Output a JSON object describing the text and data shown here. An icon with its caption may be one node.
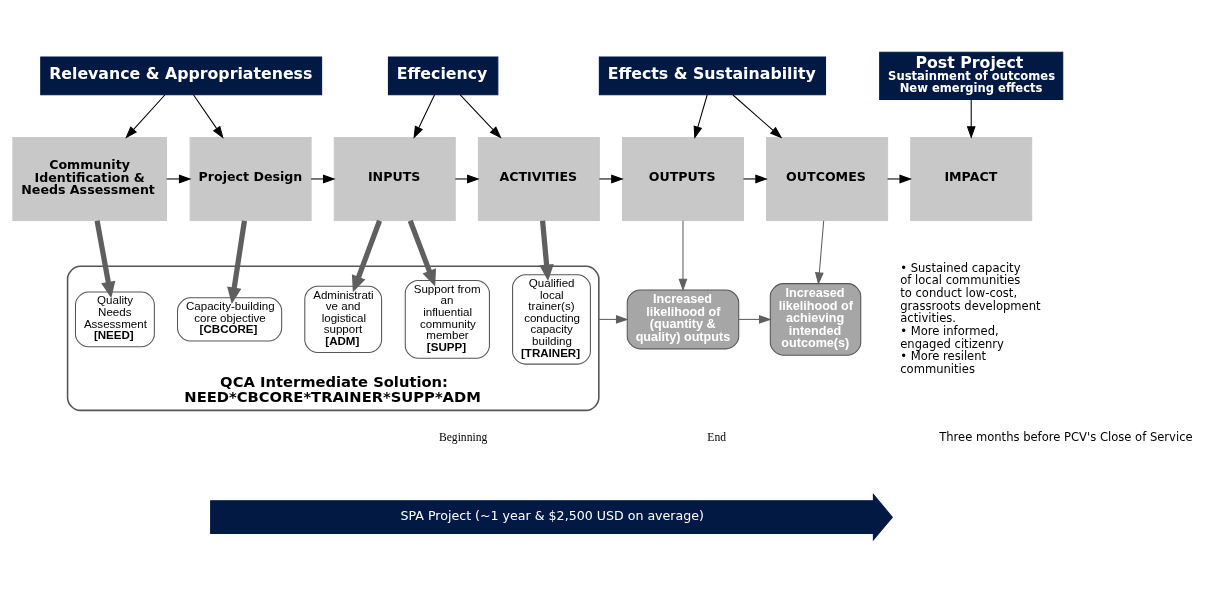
{
  "diagram": {
    "nodes": [
      {
        "text": [
          "Relevance & Appropriateness"
        ]
      },
      {
        "text": [
          "Effeciency"
        ]
      },
      {
        "text": [
          "Effects & Sustainability"
        ]
      },
      {
        "text": [
          "Post Project",
          "Sustainment of outcomes",
          "New emerging effects"
        ]
      },
      {
        "text": [
          "Community Identification & Needs Assessment"
        ]
      },
      {
        "text": [
          "Project Design"
        ]
      },
      {
        "text": [
          "INPUTS"
        ]
      },
      {
        "text": [
          "ACTIVITIES"
        ]
      },
      {
        "text": [
          "OUTPUTS"
        ]
      },
      {
        "text": [
          "OUTCOMES"
        ]
      },
      {
        "text": [
          "IMPACT"
        ],
        "beside": [
          "• Sustained capacity of local communities to conduct low-cost, grassroots development activities.",
          "• More informed, engaged citizenry",
          "• More resilent communities"
        ]
      },
      {
        "text": [
          "QCA Intermediate Solution:",
          "NEED*CBCORE*TRAINER*SUPP*ADM"
        ]
      },
      {
        "text": [
          "Quality Needs Assessment",
          "[NEED]"
        ],
        "in": 11
      },
      {
        "text": [
          "Capacity-building core objective",
          "[CBCORE]"
        ],
        "in": 11
      },
      {
        "text": [
          "Support from an influential community member",
          "[SUPP]"
        ],
        "in": 11
      },
      {
        "text": [
          "Administrative and logistical support",
          "[ADM]"
        ],
        "in": 11
      },
      {
        "text": [
          "Qualified local trainer(s) conducting capacity building",
          "[TRAINER]"
        ],
        "in": 11
      },
      {
        "text": [
          "Increased likelihood of (quantity & quality) outputs"
        ]
      },
      {
        "text": [
          "Increased likelihood of achieving intended outcome(s)"
        ]
      },
      {
        "text": [
          "SPA Project (~1 year & $2,500 USD on average)"
        ]
      }
    ],
    "edges": [
      {
        "from": 0,
        "to": 4,
        "arrow": "to"
      },
      {
        "from": 0,
        "to": 5,
        "arrow": "to"
      },
      {
        "from": 1,
        "to": 6,
        "arrow": "to"
      },
      {
        "from": 1,
        "to": 7,
        "arrow": "to"
      },
      {
        "from": 2,
        "to": 8,
        "arrow": "to"
      },
      {
        "from": 2,
        "to": 9,
        "arrow": "to"
      },
      {
        "from": 3,
        "to": 10,
        "arrow": "to"
      },
      {
        "from": 4,
        "to": 5,
        "arrow": "to"
      },
      {
        "from": 5,
        "to": 6,
        "arrow": "to"
      },
      {
        "from": 6,
        "to": 7,
        "arrow": "to"
      },
      {
        "from": 7,
        "to": 8,
        "arrow": "to"
      },
      {
        "from": 8,
        "to": 9,
        "arrow": "to"
      },
      {
        "from": 9,
        "to": 10,
        "arrow": "to"
      },
      {
        "from": 4,
        "to": 12,
        "arrow": "to",
        "color": "#5f5f5f",
        "style": "thick"
      },
      {
        "from": 5,
        "to": 13,
        "arrow": "to",
        "color": "#5f5f5f",
        "style": "thick"
      },
      {
        "from": 6,
        "to": 14,
        "arrow": "to",
        "color": "#5f5f5f",
        "style": "thick"
      },
      {
        "from": 6,
        "to": 15,
        "arrow": "to",
        "color": "#5f5f5f",
        "style": "thick"
      },
      {
        "from": 7,
        "to": 16,
        "arrow": "to",
        "color": "#5f5f5f",
        "style": "thick"
      },
      {
        "from": 8,
        "to": 17,
        "arrow": "to",
        "color": "#5f5f5f"
      },
      {
        "from": 9,
        "to": 18,
        "arrow": "to",
        "color": "#5f5f5f"
      },
      {
        "from": 11,
        "to": 17,
        "arrow": "to",
        "color": "#5f5f5f"
      },
      {
        "from": 17,
        "to": 18,
        "arrow": "to",
        "color": "#5f5f5f"
      }
    ],
    "labels": [
      "End",
      "Three months before PCV's Close of Service",
      "Beginning"
    ]
  }
}
